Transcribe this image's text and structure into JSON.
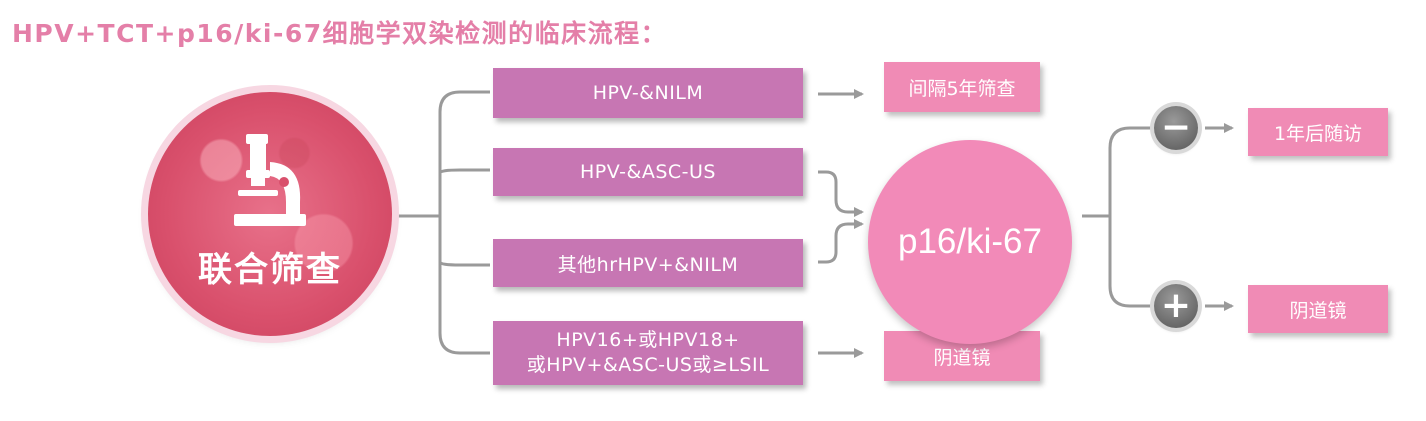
{
  "title": "HPV+TCT+p16/ki-67细胞学双染检测的临床流程：",
  "hub": {
    "label": "联合筛查",
    "icon": "microscope-icon"
  },
  "conditions": [
    {
      "lines": [
        "HPV-&NILM"
      ]
    },
    {
      "lines": [
        "HPV-&ASC-US"
      ]
    },
    {
      "lines": [
        "其他hrHPV+&NILM"
      ]
    },
    {
      "lines": [
        "HPV16+或HPV18+",
        "或HPV+&ASC-US或≥LSIL"
      ]
    }
  ],
  "results": {
    "screen_interval": "间隔5年筛查",
    "colposcopy_direct": "阴道镜",
    "followup": "1年后随访",
    "colposcopy_positive": "阴道镜"
  },
  "test": {
    "label": "p16/ki-67"
  },
  "signs": {
    "negative": "−",
    "positive": "+"
  },
  "colors": {
    "title": "#e47fa8",
    "hub": "#d9506c",
    "condition_box": "#c776b3",
    "result_box": "#f08bb5",
    "test_circle": "#f28ab8",
    "connector": "#9a9a9a",
    "sign_circle": "#6a6a6a"
  }
}
